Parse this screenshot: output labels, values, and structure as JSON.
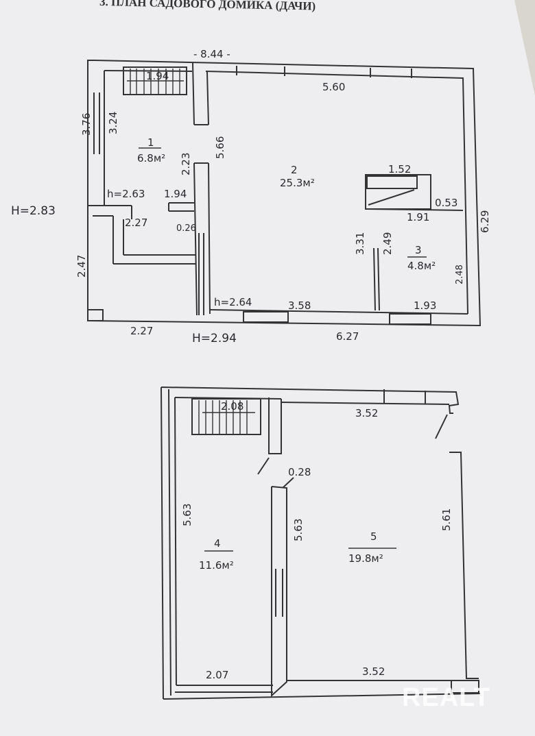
{
  "title": "3. ПЛАН САДОВОГО ДОМИКА (ДАЧИ)",
  "floor1": {
    "overall_width": "- 8.44 -",
    "top_inner": "5.60",
    "stairs_width": "1.94",
    "left_outer": "3.76",
    "left_inner": "3.24",
    "room1_number": "1",
    "room1_area": "6.8м²",
    "room1_side": "2.23",
    "partition": "5.66",
    "room2_number": "2",
    "room2_area": "25.3м²",
    "stove_top": "1.52",
    "stove_side": "0.53",
    "stove_bottom": "1.91",
    "right_outer": "6.29",
    "height_room1": "h=2.63",
    "hall_width": "1.94",
    "hall_lower": "2.27",
    "hall_wall": "0.26",
    "room3_left": "3.31",
    "room3_partition": "2.49",
    "room3_number": "3",
    "room3_area": "4.8м²",
    "room3_right": "2.48",
    "outer_height": "H=2.83",
    "left_lower": "2.47",
    "height_room2": "h=2.64",
    "bottom_inner": "3.58",
    "room3_bottom": "1.93",
    "bottom_left": "2.27",
    "outer_height_bottom": "H=2.94",
    "bottom_right": "6.27"
  },
  "floor2": {
    "stairs_width": "2.08",
    "top_right": "3.52",
    "wall": "0.28",
    "left_outer": "5.63",
    "room4_number": "4",
    "room4_area": "11.6м²",
    "partition": "5.63",
    "room5_number": "5",
    "room5_area": "19.8м²",
    "right": "5.61",
    "bottom_left": "2.07",
    "bottom_right": "3.52"
  },
  "watermark": "REALT"
}
